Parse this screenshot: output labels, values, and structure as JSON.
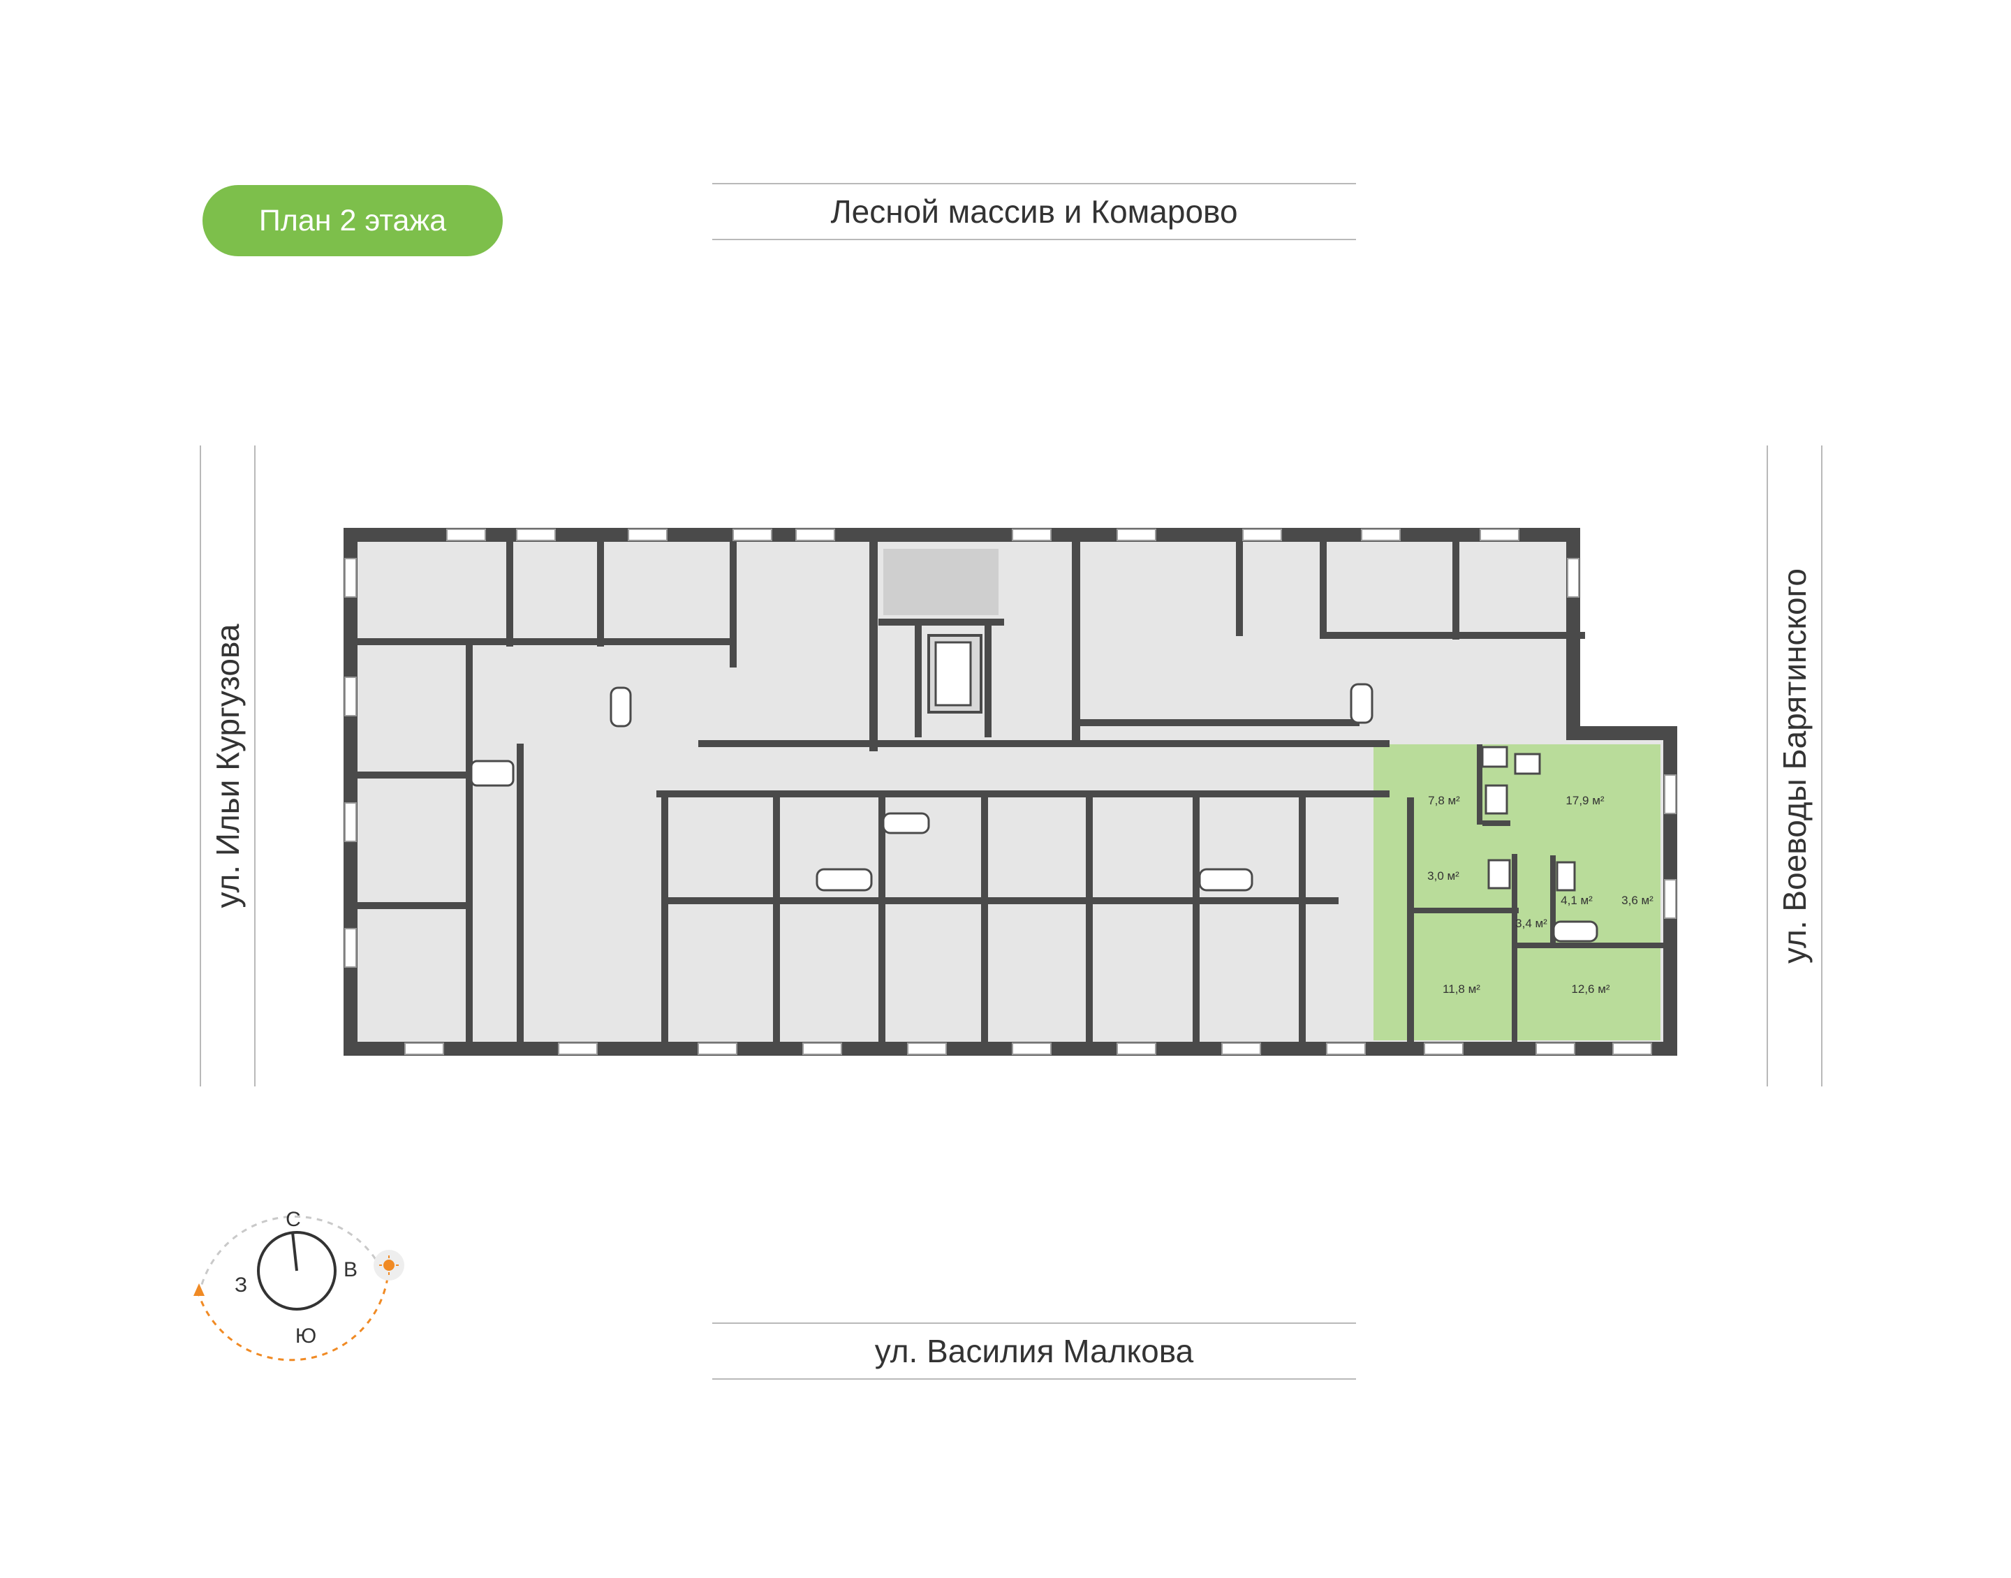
{
  "floor_label": "План 2 этажа",
  "streets": {
    "top": "Лесной массив и Комарово",
    "bottom": "ул. Василия Малкова",
    "left": "ул. Ильи Кургузова",
    "right": "ул. Воеводы Барятинского"
  },
  "highlighted_apartment": {
    "color": "#b9dc9a",
    "rooms": [
      {
        "id": "hall",
        "area": "7,8 м²"
      },
      {
        "id": "kitchen-living",
        "area": "17,9 м²"
      },
      {
        "id": "wardrobe",
        "area": "3,0 м²"
      },
      {
        "id": "bath-1",
        "area": "4,1 м²"
      },
      {
        "id": "bath-2",
        "area": "3,6 м²"
      },
      {
        "id": "corridor",
        "area": "3,4 м²"
      },
      {
        "id": "bedroom-1",
        "area": "11,8 м²"
      },
      {
        "id": "bedroom-2",
        "area": "12,6 м²"
      }
    ]
  },
  "compass": {
    "north": "С",
    "south": "Ю",
    "west": "З",
    "east": "В",
    "sun_icon": "sun-icon",
    "sun_path_color": "#f08a24"
  },
  "colors": {
    "wall": "#4a4a4a",
    "floor": "#e6e6e6",
    "badge": "#7dbf4b"
  }
}
